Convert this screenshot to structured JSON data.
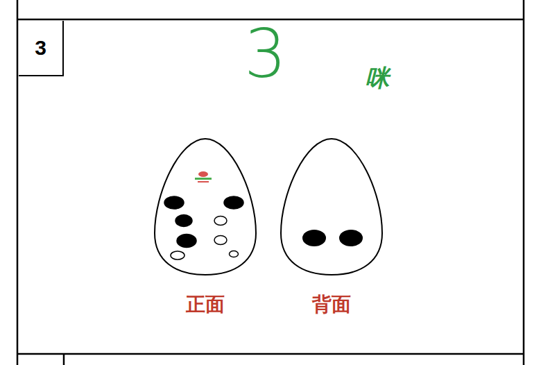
{
  "diagram": {
    "nodes": [
      {
        "text": [
          "3"
        ]
      },
      {
        "text": [
          "正面"
        ]
      },
      {
        "text": [
          "背面"
        ]
      }
    ],
    "labels": [
      "3",
      "咪"
    ]
  }
}
